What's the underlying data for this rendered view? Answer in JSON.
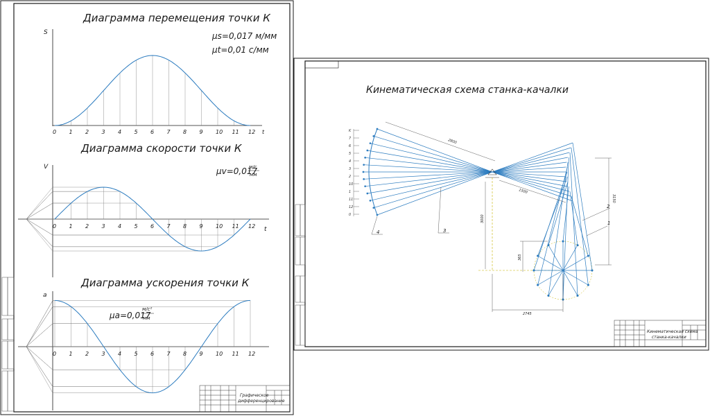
{
  "sheet1": {
    "displacement": {
      "title": "Диаграмма перемещения точки К",
      "y_axis": "S",
      "mu_s": "μs=0,017 м/мм",
      "mu_t": "μt=0,01 с/мм",
      "ticks": [
        "0",
        "1",
        "2",
        "3",
        "4",
        "5",
        "6",
        "7",
        "8",
        "9",
        "10",
        "11",
        "12",
        "t"
      ]
    },
    "velocity": {
      "title": "Диаграмма скорости точки К",
      "y_axis": "V",
      "mu_v": "μv=0,017",
      "mu_v_num": "м/с",
      "mu_v_den": "мм",
      "ticks": [
        "0",
        "1",
        "2",
        "3",
        "4",
        "5",
        "6",
        "7",
        "8",
        "9",
        "10",
        "11",
        "12",
        "t"
      ],
      "axis_end": "t"
    },
    "acceleration": {
      "title": "Диаграмма ускорения точки К",
      "y_axis": "a",
      "mu_a": "μa=0,017",
      "mu_a_num": "м/с²",
      "mu_a_den": "мм",
      "ticks": [
        "0",
        "1",
        "2",
        "3",
        "4",
        "5",
        "6",
        "7",
        "8",
        "9",
        "10",
        "11",
        "12"
      ]
    },
    "stamp_title_1": "Графическое",
    "stamp_title_2": "дифференцирование"
  },
  "sheet2": {
    "title": "Кинематическая схема станка-качалки",
    "dims": [
      "2800",
      "1500",
      "3000",
      "2745",
      "365",
      "3150"
    ],
    "leaders": [
      "1",
      "2",
      "3",
      "4"
    ],
    "left_labels": [
      "K",
      "7",
      "6",
      "5",
      "4",
      "3",
      "2",
      "10",
      "1",
      "11",
      "12",
      "0"
    ],
    "stamp_title_1": "Кинематическая схема",
    "stamp_title_2": "станка-качалки"
  },
  "colors": {
    "line": "#1a1a1a",
    "accent": "#2b7bbf",
    "thin": "#8c8c8c"
  }
}
